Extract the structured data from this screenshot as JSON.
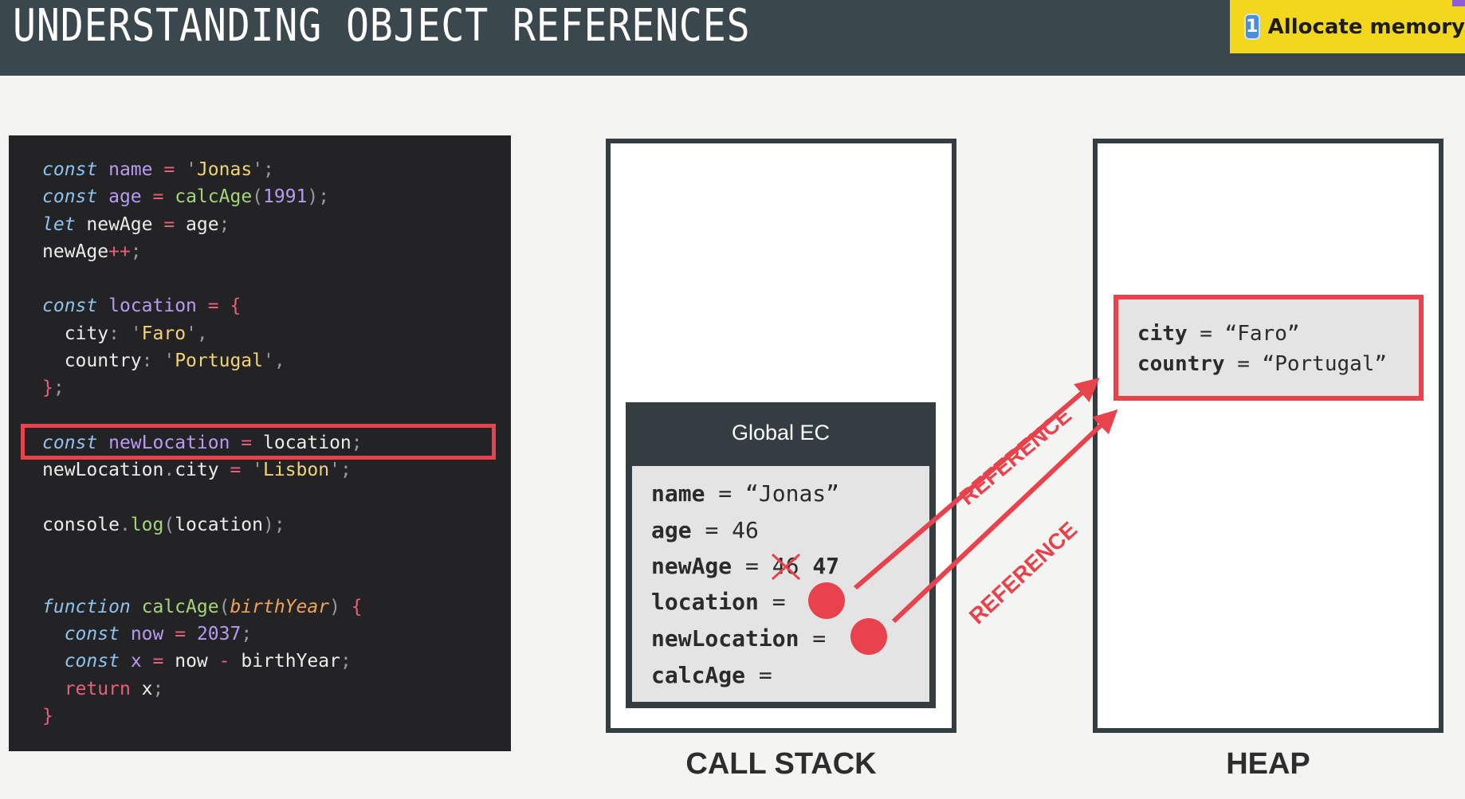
{
  "header": {
    "title": "UNDERSTANDING OBJECT REFERENCES",
    "badge_number": "1",
    "badge_label": "Allocate memory"
  },
  "code": {
    "lines": [
      [
        [
          "kw",
          "const"
        ],
        [
          "plain",
          " "
        ],
        [
          "var",
          "name"
        ],
        [
          "plain",
          " "
        ],
        [
          "op",
          "="
        ],
        [
          "plain",
          " "
        ],
        [
          "punc",
          "'"
        ],
        [
          "str",
          "Jonas"
        ],
        [
          "punc",
          "'"
        ],
        [
          "punc",
          ";"
        ]
      ],
      [
        [
          "kw",
          "const"
        ],
        [
          "plain",
          " "
        ],
        [
          "var",
          "age"
        ],
        [
          "plain",
          " "
        ],
        [
          "op",
          "="
        ],
        [
          "plain",
          " "
        ],
        [
          "fn",
          "calcAge"
        ],
        [
          "punc",
          "("
        ],
        [
          "num",
          "1991"
        ],
        [
          "punc",
          ")"
        ],
        [
          "punc",
          ";"
        ]
      ],
      [
        [
          "kw",
          "let"
        ],
        [
          "plain",
          " newAge "
        ],
        [
          "op",
          "="
        ],
        [
          "plain",
          " age"
        ],
        [
          "punc",
          ";"
        ]
      ],
      [
        [
          "plain",
          "newAge"
        ],
        [
          "op",
          "++"
        ],
        [
          "punc",
          ";"
        ]
      ],
      [],
      [
        [
          "kw",
          "const"
        ],
        [
          "plain",
          " "
        ],
        [
          "var",
          "location"
        ],
        [
          "plain",
          " "
        ],
        [
          "op",
          "="
        ],
        [
          "plain",
          " "
        ],
        [
          "op",
          "{"
        ]
      ],
      [
        [
          "plain",
          "  city"
        ],
        [
          "punc",
          ":"
        ],
        [
          "plain",
          " "
        ],
        [
          "punc",
          "'"
        ],
        [
          "str",
          "Faro"
        ],
        [
          "punc",
          "'"
        ],
        [
          "punc",
          ","
        ]
      ],
      [
        [
          "plain",
          "  country"
        ],
        [
          "punc",
          ":"
        ],
        [
          "plain",
          " "
        ],
        [
          "punc",
          "'"
        ],
        [
          "str",
          "Portugal"
        ],
        [
          "punc",
          "'"
        ],
        [
          "punc",
          ","
        ]
      ],
      [
        [
          "op",
          "}"
        ],
        [
          "punc",
          ";"
        ]
      ],
      [],
      [
        [
          "kw",
          "const"
        ],
        [
          "plain",
          " "
        ],
        [
          "var",
          "newLocation"
        ],
        [
          "plain",
          " "
        ],
        [
          "op",
          "="
        ],
        [
          "plain",
          " location"
        ],
        [
          "punc",
          ";"
        ]
      ],
      [
        [
          "plain",
          "newLocation"
        ],
        [
          "punc",
          "."
        ],
        [
          "plain",
          "city "
        ],
        [
          "op",
          "="
        ],
        [
          "plain",
          " "
        ],
        [
          "punc",
          "'"
        ],
        [
          "str",
          "Lisbon"
        ],
        [
          "punc",
          "'"
        ],
        [
          "punc",
          ";"
        ]
      ],
      [],
      [
        [
          "plain",
          "console"
        ],
        [
          "punc",
          "."
        ],
        [
          "fn",
          "log"
        ],
        [
          "punc",
          "("
        ],
        [
          "plain",
          "location"
        ],
        [
          "punc",
          ")"
        ],
        [
          "punc",
          ";"
        ]
      ],
      [],
      [],
      [
        [
          "kw",
          "function"
        ],
        [
          "plain",
          " "
        ],
        [
          "fn",
          "calcAge"
        ],
        [
          "punc",
          "("
        ],
        [
          "param",
          "birthYear"
        ],
        [
          "punc",
          ")"
        ],
        [
          "plain",
          " "
        ],
        [
          "op",
          "{"
        ]
      ],
      [
        [
          "plain",
          "  "
        ],
        [
          "kw",
          "const"
        ],
        [
          "plain",
          " "
        ],
        [
          "var",
          "now"
        ],
        [
          "plain",
          " "
        ],
        [
          "op",
          "="
        ],
        [
          "plain",
          " "
        ],
        [
          "num",
          "2037"
        ],
        [
          "punc",
          ";"
        ]
      ],
      [
        [
          "plain",
          "  "
        ],
        [
          "kw",
          "const"
        ],
        [
          "plain",
          " "
        ],
        [
          "var",
          "x"
        ],
        [
          "plain",
          " "
        ],
        [
          "op",
          "="
        ],
        [
          "plain",
          " now "
        ],
        [
          "op",
          "-"
        ],
        [
          "plain",
          " birthYear"
        ],
        [
          "punc",
          ";"
        ]
      ],
      [
        [
          "plain",
          "  "
        ],
        [
          "op",
          "return"
        ],
        [
          "plain",
          " x"
        ],
        [
          "punc",
          ";"
        ]
      ],
      [
        [
          "op",
          "}"
        ]
      ]
    ]
  },
  "call_stack": {
    "label": "CALL STACK",
    "global_ec": {
      "title": "Global EC",
      "rows": [
        {
          "key": "name",
          "eq": "=",
          "value": "“Jonas”"
        },
        {
          "key": "age",
          "eq": "=",
          "value": "46"
        },
        {
          "key": "newAge",
          "eq": "=",
          "old_value": "46",
          "value": "47"
        },
        {
          "key": "location",
          "eq": "=",
          "value": ""
        },
        {
          "key": "newLocation",
          "eq": "=",
          "value": ""
        },
        {
          "key": "calcAge",
          "eq": "=",
          "value": ""
        }
      ]
    }
  },
  "heap": {
    "label": "HEAP",
    "object_rows": [
      {
        "key": "city",
        "eq": "=",
        "value": "“Faro”"
      },
      {
        "key": "country",
        "eq": "=",
        "value": "“Portugal”"
      }
    ]
  },
  "arrows": {
    "label_1": "REFERENCE",
    "label_2": "REFERENCE",
    "color": "#e8424c"
  }
}
